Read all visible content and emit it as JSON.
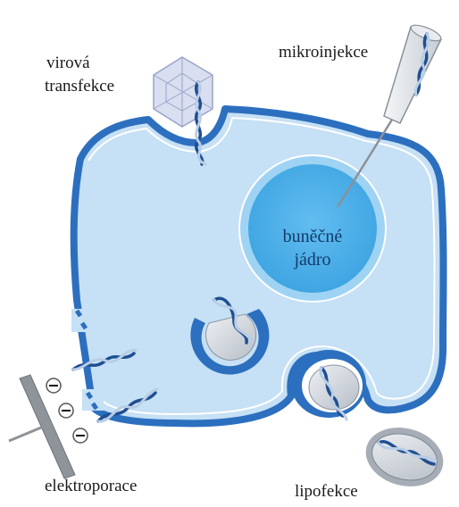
{
  "labels": {
    "viral_line1": "virová",
    "viral_line2": "transfekce",
    "microinjection": "mikroinjekce",
    "nucleus_line1": "buněčné",
    "nucleus_line2": "jádro",
    "electroporation": "elektroporace",
    "lipofection": "lipofekce"
  },
  "colors": {
    "cytoplasm": "#c6e0f5",
    "membrane": "#2c6fbf",
    "nucleus": "#55b2e8",
    "nucleus_ring": "#9fd3f3",
    "dna_dark": "#1f4f92",
    "dna_light": "#b9cde6",
    "vesicle_gray": "#cfd4da",
    "capsid": "#ccd2ea"
  }
}
